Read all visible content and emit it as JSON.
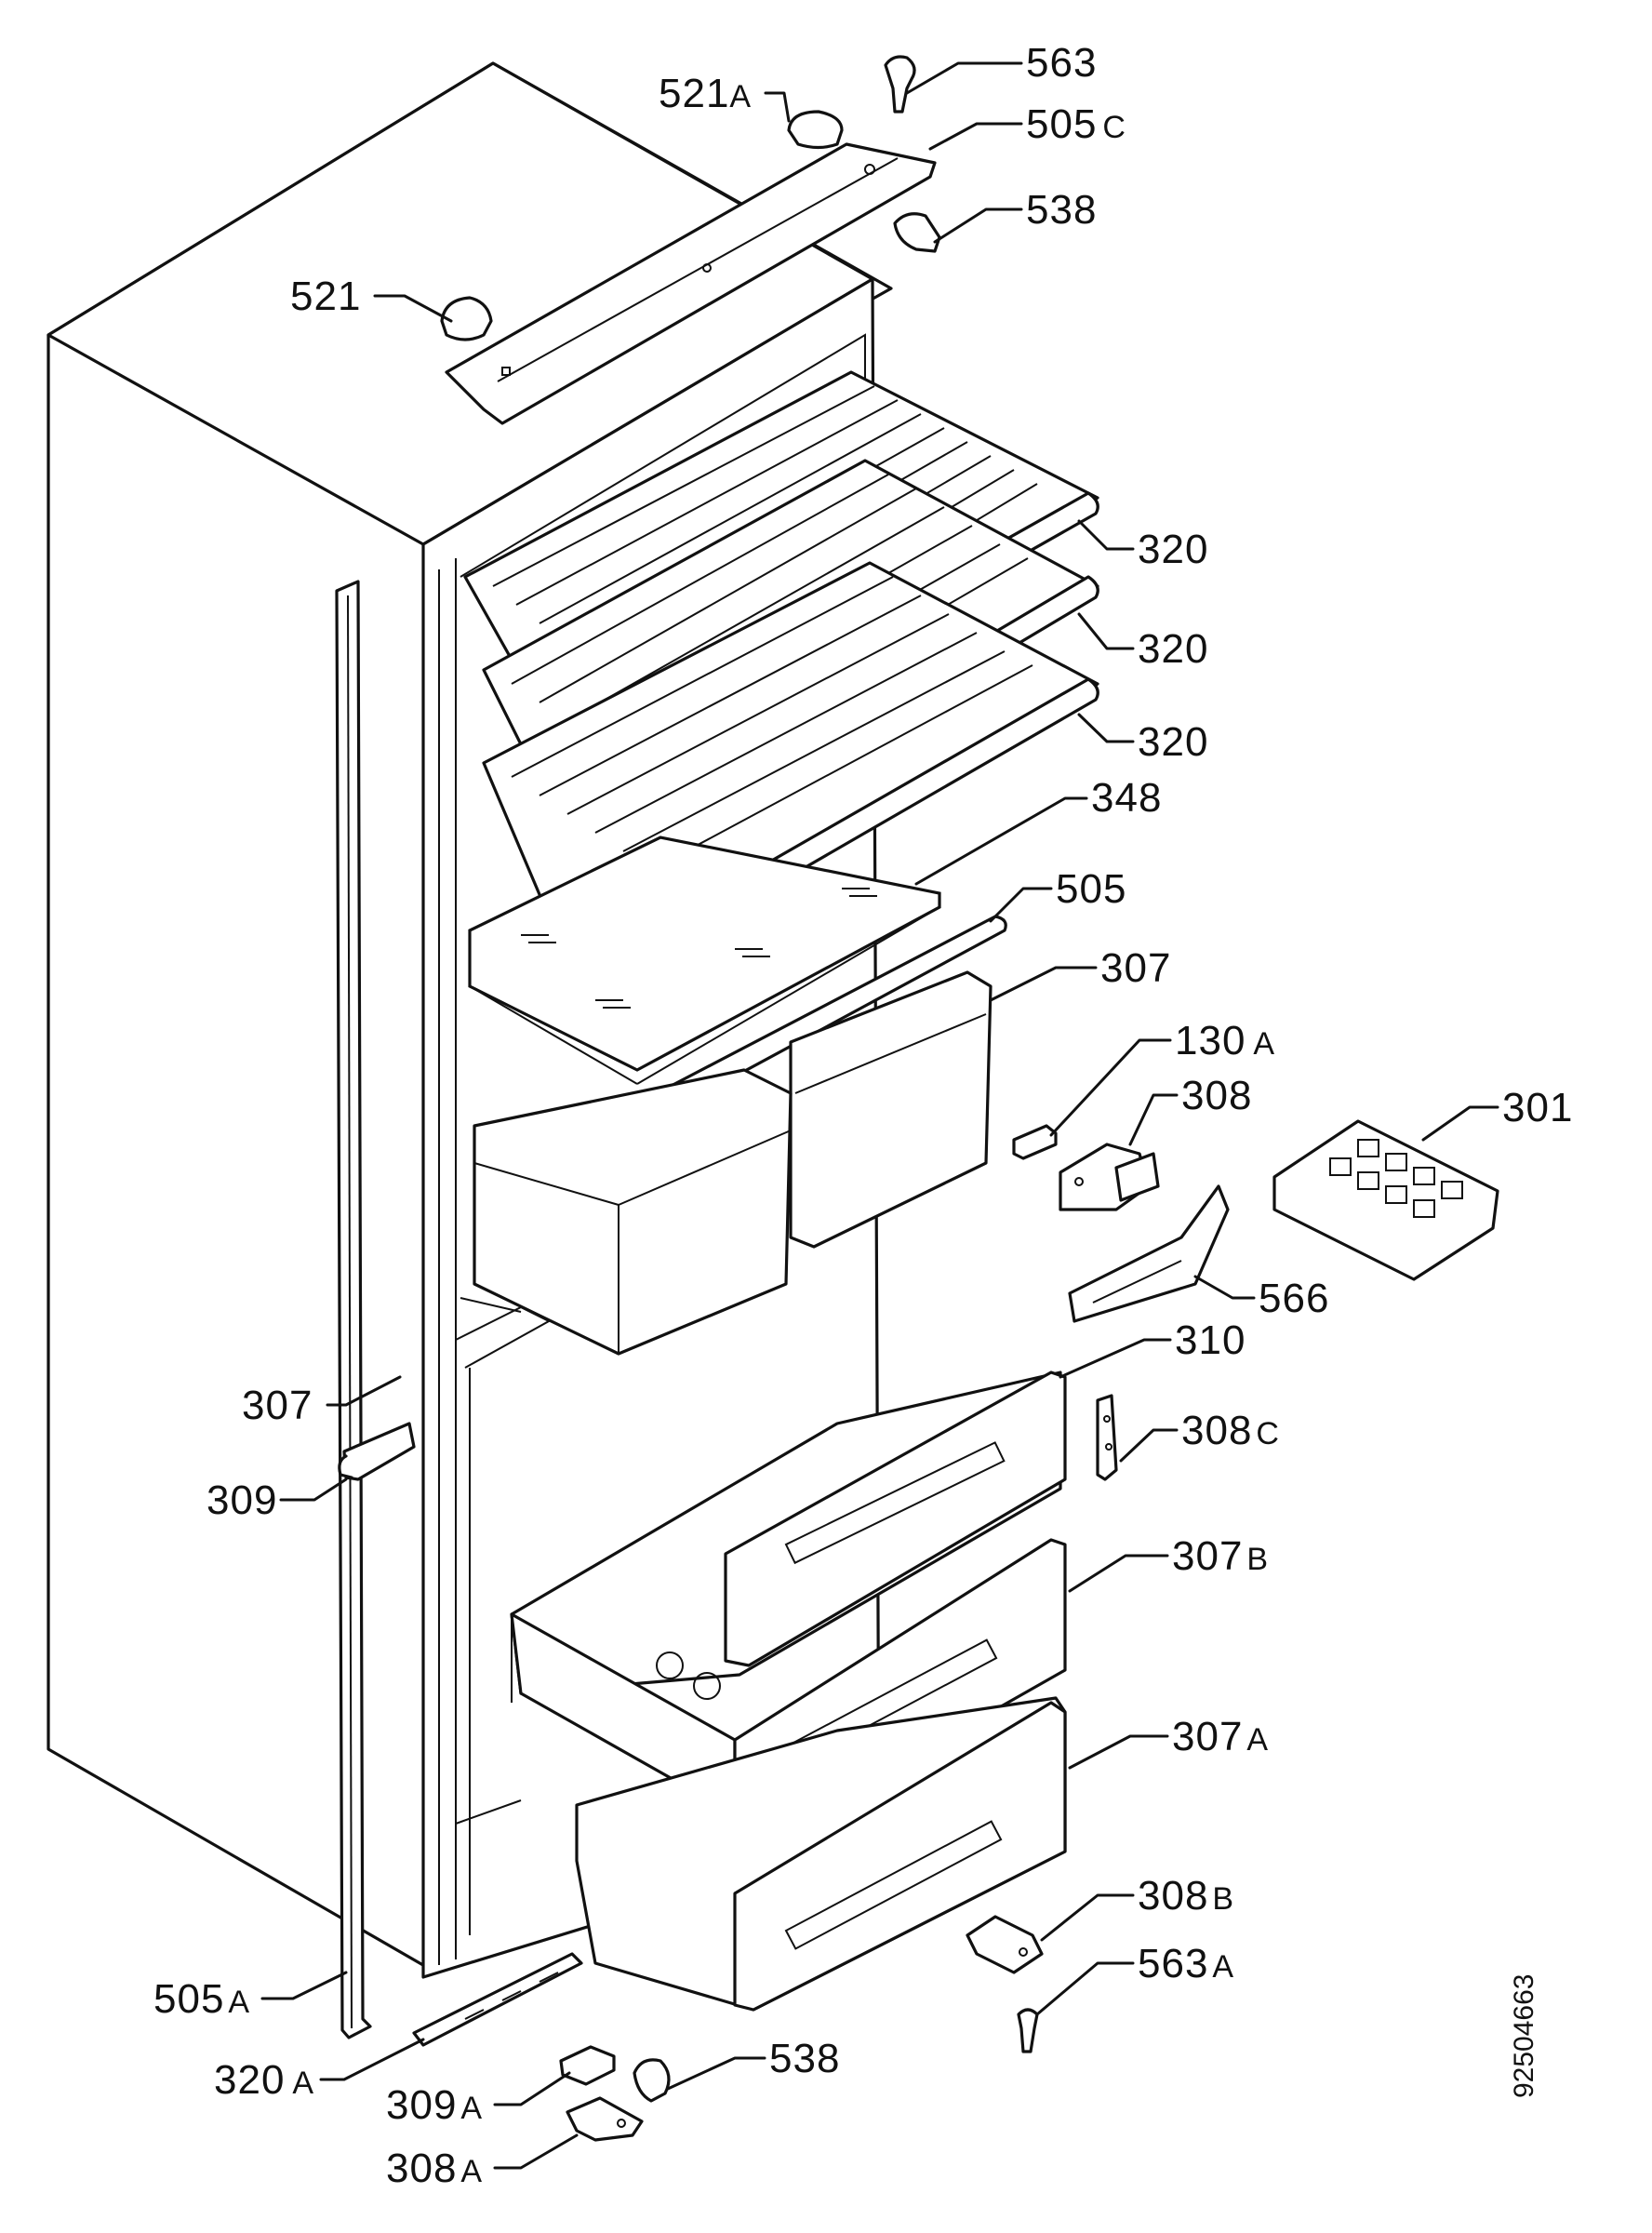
{
  "document_number": "92504663",
  "callouts": {
    "p563": {
      "num": "563",
      "suffix": ""
    },
    "p521a": {
      "num": "521",
      "suffix": "A"
    },
    "p505c": {
      "num": "505",
      "suffix": "C"
    },
    "p538_top": {
      "num": "538",
      "suffix": ""
    },
    "p521": {
      "num": "521",
      "suffix": ""
    },
    "p320_1": {
      "num": "320",
      "suffix": ""
    },
    "p320_2": {
      "num": "320",
      "suffix": ""
    },
    "p320_3": {
      "num": "320",
      "suffix": ""
    },
    "p348": {
      "num": "348",
      "suffix": ""
    },
    "p505": {
      "num": "505",
      "suffix": ""
    },
    "p307_top": {
      "num": "307",
      "suffix": ""
    },
    "p130a": {
      "num": "130",
      "suffix": "A"
    },
    "p308": {
      "num": "308",
      "suffix": ""
    },
    "p301": {
      "num": "301",
      "suffix": ""
    },
    "p566": {
      "num": "566",
      "suffix": ""
    },
    "p310": {
      "num": "310",
      "suffix": ""
    },
    "p307_left": {
      "num": "307",
      "suffix": ""
    },
    "p308c": {
      "num": "308",
      "suffix": "C"
    },
    "p309": {
      "num": "309",
      "suffix": ""
    },
    "p307b": {
      "num": "307",
      "suffix": "B"
    },
    "p307a": {
      "num": "307",
      "suffix": "A"
    },
    "p308b": {
      "num": "308",
      "suffix": "B"
    },
    "p563a": {
      "num": "563",
      "suffix": "A"
    },
    "p505a": {
      "num": "505",
      "suffix": "A"
    },
    "p320a": {
      "num": "320",
      "suffix": "A"
    },
    "p538_bottom": {
      "num": "538",
      "suffix": ""
    },
    "p309a": {
      "num": "309",
      "suffix": "A"
    },
    "p308a": {
      "num": "308",
      "suffix": "A"
    }
  }
}
